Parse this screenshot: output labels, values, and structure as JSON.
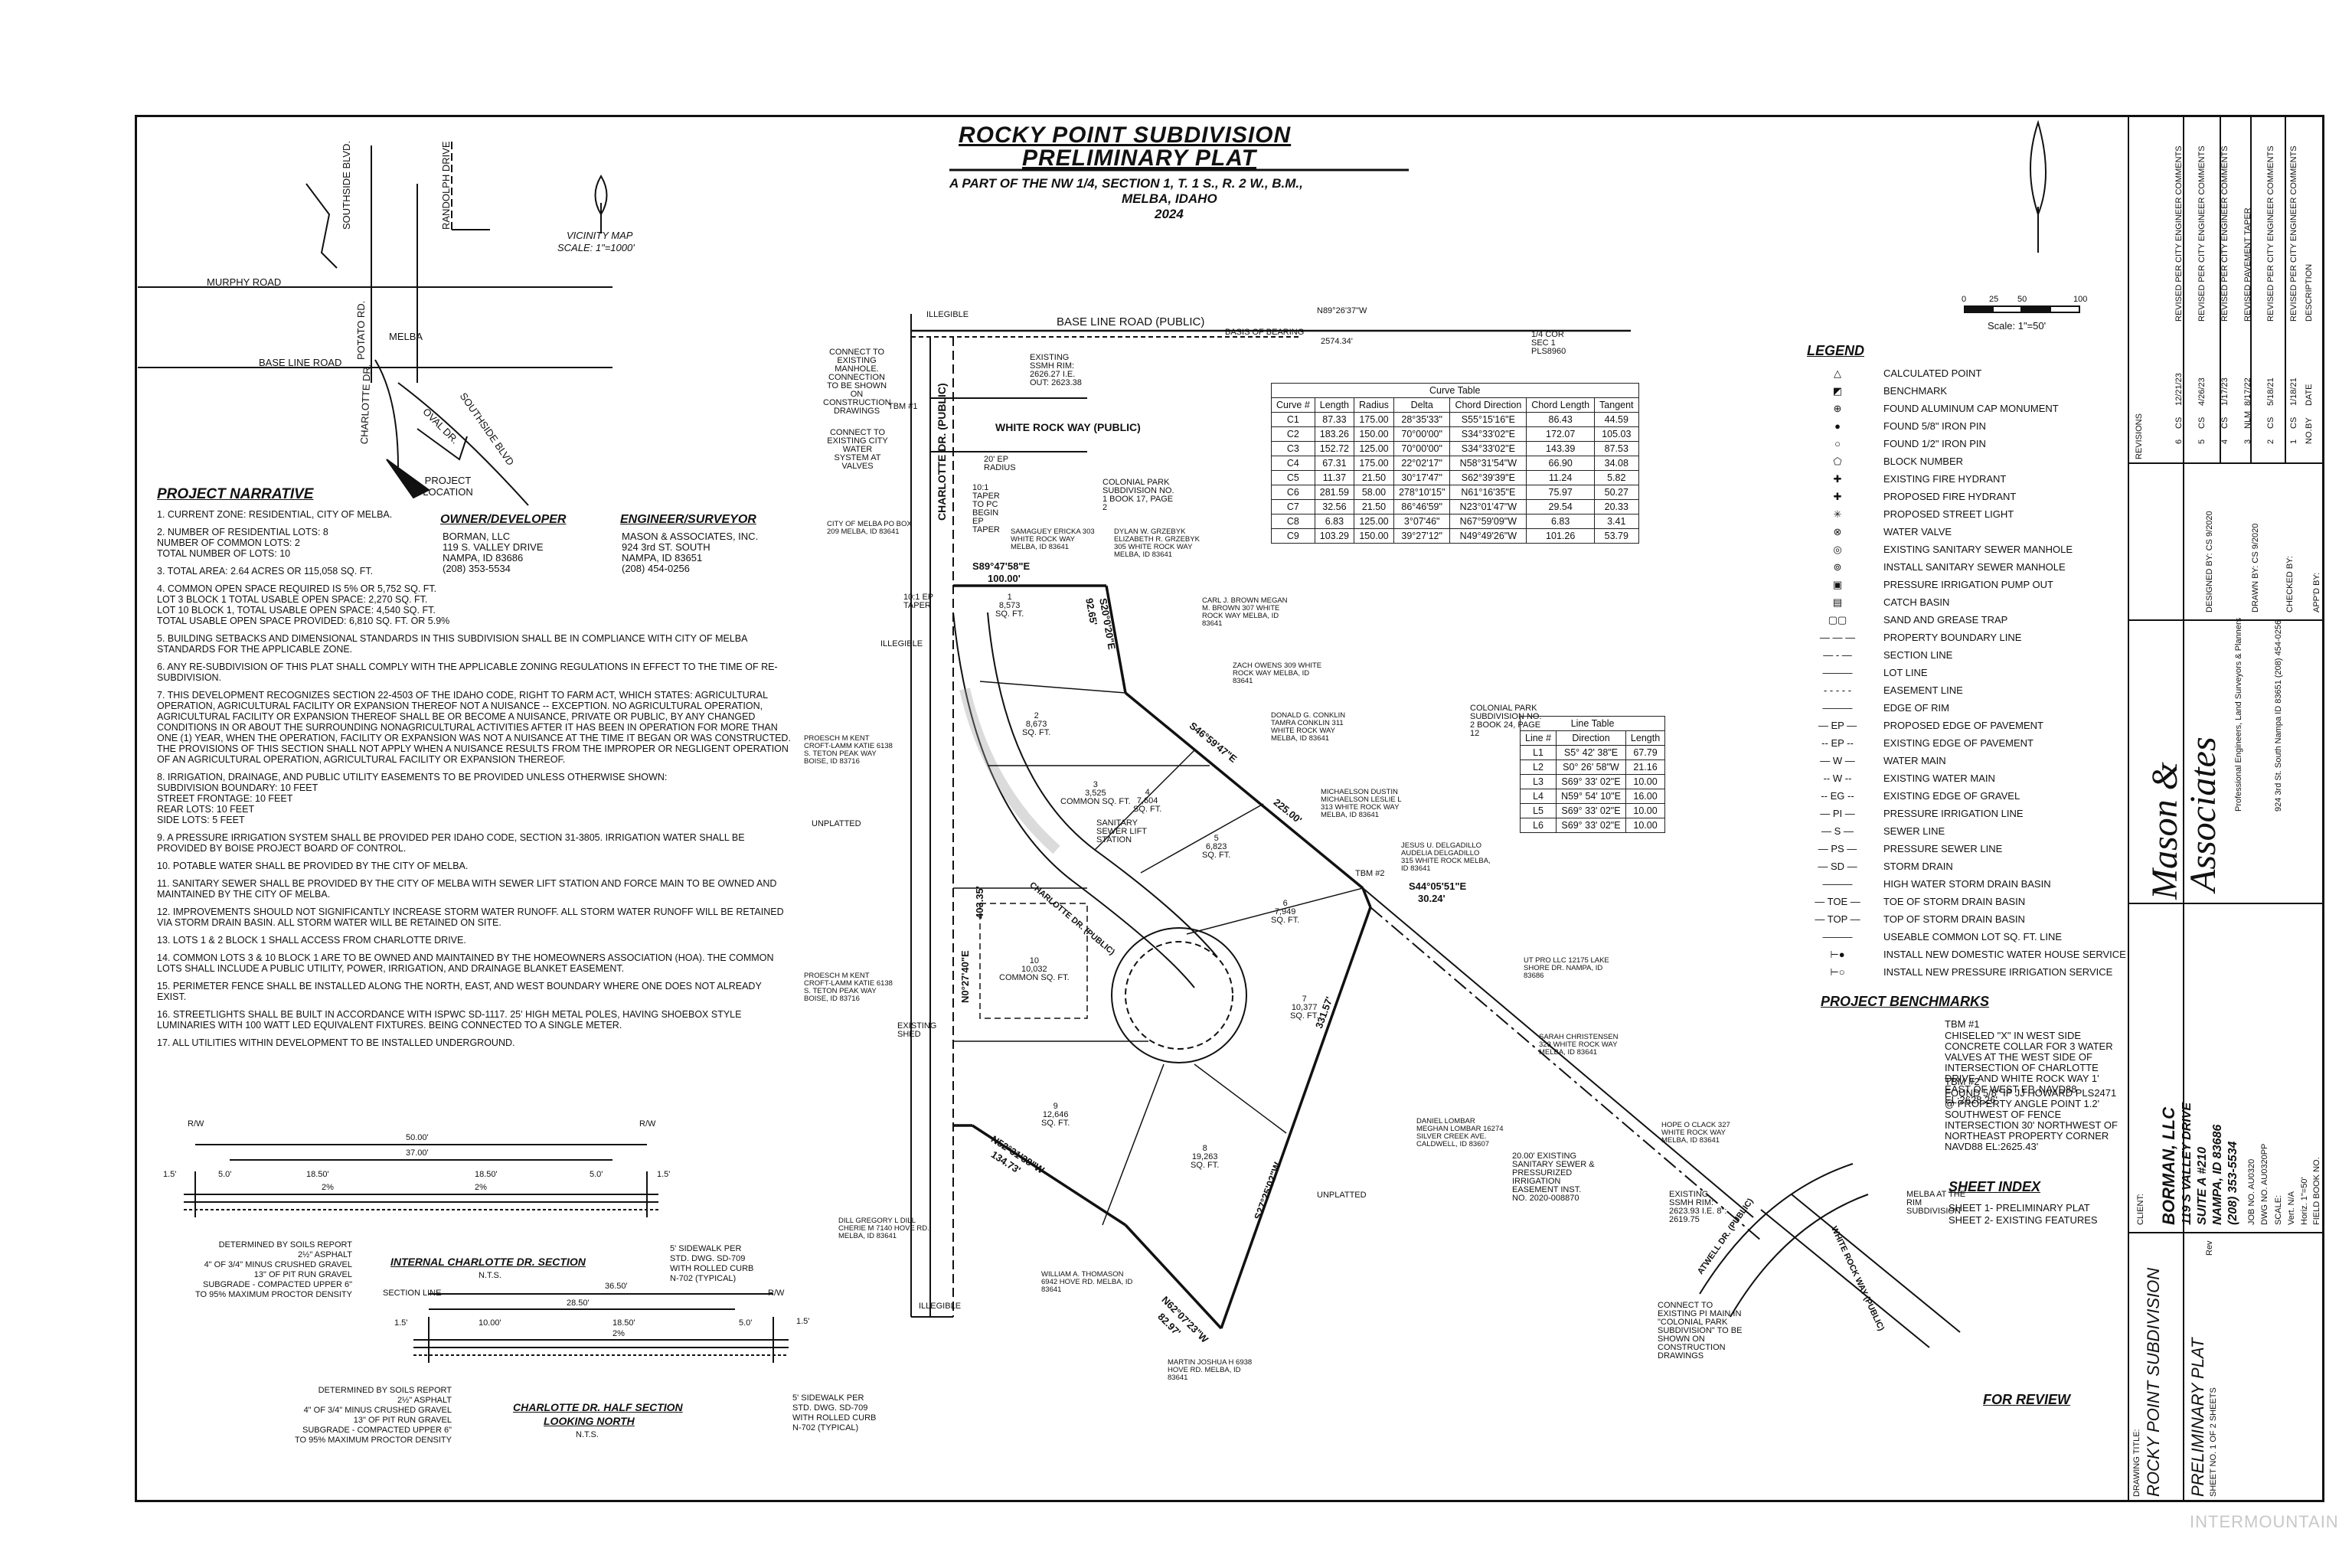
{
  "title": {
    "main": "ROCKY POINT SUBDIVISION",
    "sub": "PRELIMINARY PLAT",
    "line1": "A PART OF THE NW 1/4, SECTION 1, T. 1 S., R. 2 W., B.M.,",
    "line2": "MELBA, IDAHO",
    "year": "2024"
  },
  "vicinity": {
    "label": "VICINITY MAP",
    "scale": "SCALE: 1\"=1000'",
    "roads": [
      "MURPHY ROAD",
      "BASE LINE ROAD",
      "SOUTHSIDE BLVD.",
      "RANDOLPH DRIVE",
      "POTATO RD.",
      "MELBA",
      "CHARLOTTE DR.",
      "OVAL DR.",
      "SOUTHSIDE BLVD"
    ],
    "project": "PROJECT LOCATION"
  },
  "narrative": {
    "heading": "PROJECT NARRATIVE",
    "items": [
      "1.  CURRENT ZONE: RESIDENTIAL, CITY OF MELBA.",
      "2.  NUMBER OF RESIDENTIAL LOTS: 8\nNUMBER OF COMMON LOTS: 2\nTOTAL NUMBER OF LOTS: 10",
      "3.  TOTAL AREA: 2.64 ACRES OR 115,058 SQ. FT.",
      "4.  COMMON OPEN SPACE REQUIRED IS 5% OR 5,752 SQ. FT.\nLOT 3 BLOCK 1 TOTAL USABLE OPEN SPACE: 2,270 SQ. FT.\nLOT 10 BLOCK 1, TOTAL USABLE OPEN SPACE: 4,540 SQ. FT.\nTOTAL USABLE OPEN SPACE PROVIDED: 6,810 SQ. FT. OR 5.9%",
      "5.  BUILDING SETBACKS AND DIMENSIONAL STANDARDS IN THIS SUBDIVISION SHALL BE IN COMPLIANCE WITH CITY OF MELBA STANDARDS FOR THE APPLICABLE ZONE.",
      "6.  ANY RE-SUBDIVISION OF THIS PLAT SHALL COMPLY WITH THE APPLICABLE ZONING REGULATIONS IN EFFECT TO THE TIME OF RE-SUBDIVISION.",
      "7.  THIS DEVELOPMENT RECOGNIZES SECTION 22-4503 OF THE IDAHO CODE, RIGHT TO FARM ACT, WHICH STATES: AGRICULTURAL OPERATION, AGRICULTURAL FACILITY OR EXPANSION THEREOF NOT A NUISANCE -- EXCEPTION. NO AGRICULTURAL OPERATION, AGRICULTURAL FACILITY OR EXPANSION THEREOF SHALL BE OR BECOME A NUISANCE, PRIVATE OR PUBLIC, BY ANY CHANGED CONDITIONS IN OR ABOUT THE SURROUNDING NONAGRICULTURAL ACTIVITIES AFTER IT HAS BEEN IN OPERATION FOR MORE THAN ONE (1) YEAR, WHEN THE OPERATION, FACILITY OR EXPANSION WAS NOT A NUISANCE AT THE TIME IT BEGAN OR WAS CONSTRUCTED. THE PROVISIONS OF THIS SECTION SHALL NOT APPLY WHEN A NUISANCE RESULTS FROM THE IMPROPER OR NEGLIGENT OPERATION OF AN AGRICULTURAL OPERATION, AGRICULTURAL FACILITY OR EXPANSION THEREOF.",
      "8.  IRRIGATION, DRAINAGE, AND PUBLIC UTILITY EASEMENTS TO BE PROVIDED UNLESS OTHERWISE SHOWN:\nSUBDIVISION BOUNDARY: 10 FEET\nSTREET FRONTAGE: 10 FEET\nREAR LOTS: 10 FEET\nSIDE LOTS: 5 FEET",
      "9.  A PRESSURE IRRIGATION SYSTEM SHALL BE PROVIDED PER IDAHO CODE, SECTION 31-3805. IRRIGATION WATER SHALL BE PROVIDED BY BOISE PROJECT BOARD OF CONTROL.",
      "10. POTABLE WATER SHALL BE PROVIDED BY THE CITY OF MELBA.",
      "11. SANITARY SEWER SHALL BE PROVIDED BY THE CITY OF MELBA WITH SEWER LIFT STATION AND FORCE MAIN TO BE OWNED AND MAINTAINED BY THE CITY OF MELBA.",
      "12. IMPROVEMENTS SHOULD NOT SIGNIFICANTLY INCREASE STORM WATER RUNOFF. ALL STORM WATER RUNOFF WILL BE RETAINED VIA STORM DRAIN BASIN. ALL STORM WATER WILL BE RETAINED ON SITE.",
      "13. LOTS 1 & 2 BLOCK 1 SHALL ACCESS FROM CHARLOTTE DRIVE.",
      "14. COMMON LOTS 3 & 10 BLOCK 1 ARE TO BE OWNED AND MAINTAINED BY THE HOMEOWNERS ASSOCIATION (HOA). THE COMMON LOTS SHALL INCLUDE A PUBLIC UTILITY, POWER, IRRIGATION, AND DRAINAGE BLANKET EASEMENT.",
      "15. PERIMETER FENCE SHALL BE INSTALLED ALONG THE NORTH, EAST, AND WEST BOUNDARY WHERE ONE DOES NOT ALREADY EXIST.",
      "16. STREETLIGHTS SHALL BE BUILT IN ACCORDANCE WITH ISPWC SD-1117. 25' HIGH METAL POLES, HAVING SHOEBOX STYLE LUMINARIES WITH 100 WATT LED EQUIVALENT FIXTURES. BEING CONNECTED TO A SINGLE METER.",
      "17. ALL UTILITIES WITHIN DEVELOPMENT TO BE INSTALLED UNDERGROUND."
    ]
  },
  "owner": {
    "heading": "OWNER/DEVELOPER",
    "lines": [
      "BORMAN, LLC",
      "119 S. VALLEY DRIVE",
      "NAMPA, ID 83686",
      "(208) 353-5534"
    ]
  },
  "engineer": {
    "heading": "ENGINEER/SURVEYOR",
    "lines": [
      "MASON & ASSOCIATES, INC.",
      "924 3rd ST. SOUTH",
      "NAMPA, ID 83651",
      "(208) 454-0256"
    ]
  },
  "curve_table": {
    "title": "Curve Table",
    "headers": [
      "Curve #",
      "Length",
      "Radius",
      "Delta",
      "Chord Direction",
      "Chord Length",
      "Tangent"
    ],
    "rows": [
      [
        "C1",
        "87.33",
        "175.00",
        "28°35'33\"",
        "S55°15'16\"E",
        "86.43",
        "44.59"
      ],
      [
        "C2",
        "183.26",
        "150.00",
        "70°00'00\"",
        "S34°33'02\"E",
        "172.07",
        "105.03"
      ],
      [
        "C3",
        "152.72",
        "125.00",
        "70°00'00\"",
        "S34°33'02\"E",
        "143.39",
        "87.53"
      ],
      [
        "C4",
        "67.31",
        "175.00",
        "22°02'17\"",
        "N58°31'54\"W",
        "66.90",
        "34.08"
      ],
      [
        "C5",
        "11.37",
        "21.50",
        "30°17'47\"",
        "S62°39'39\"E",
        "11.24",
        "5.82"
      ],
      [
        "C6",
        "281.59",
        "58.00",
        "278°10'15\"",
        "N61°16'35\"E",
        "75.97",
        "50.27"
      ],
      [
        "C7",
        "32.56",
        "21.50",
        "86°46'59\"",
        "N23°01'47\"W",
        "29.54",
        "20.33"
      ],
      [
        "C8",
        "6.83",
        "125.00",
        "3°07'46\"",
        "N67°59'09\"W",
        "6.83",
        "3.41"
      ],
      [
        "C9",
        "103.29",
        "150.00",
        "39°27'12\"",
        "N49°49'26\"W",
        "101.26",
        "53.79"
      ]
    ]
  },
  "line_table": {
    "title": "Line Table",
    "headers": [
      "Line #",
      "Direction",
      "Length"
    ],
    "rows": [
      [
        "L1",
        "S5° 42' 38\"E",
        "67.79"
      ],
      [
        "L2",
        "S0° 26' 58\"W",
        "21.16"
      ],
      [
        "L3",
        "S69° 33' 02\"E",
        "10.00"
      ],
      [
        "L4",
        "N59° 54' 10\"E",
        "16.00"
      ],
      [
        "L5",
        "S69° 33' 02\"E",
        "10.00"
      ],
      [
        "L6",
        "S69° 33' 02\"E",
        "10.00"
      ]
    ]
  },
  "legend": {
    "heading": "LEGEND",
    "items": [
      {
        "sym": "△",
        "label": "CALCULATED POINT"
      },
      {
        "sym": "◩",
        "label": "BENCHMARK"
      },
      {
        "sym": "⊕",
        "label": "FOUND ALUMINUM CAP MONUMENT"
      },
      {
        "sym": "●",
        "label": "FOUND 5/8\" IRON PIN"
      },
      {
        "sym": "○",
        "label": "FOUND 1/2\" IRON PIN"
      },
      {
        "sym": "⬠",
        "label": "BLOCK NUMBER"
      },
      {
        "sym": "✚",
        "label": "EXISTING FIRE HYDRANT"
      },
      {
        "sym": "✚",
        "label": "PROPOSED FIRE HYDRANT"
      },
      {
        "sym": "✳",
        "label": "PROPOSED STREET LIGHT"
      },
      {
        "sym": "⊗",
        "label": "WATER VALVE"
      },
      {
        "sym": "◎",
        "label": "EXISTING SANITARY SEWER MANHOLE"
      },
      {
        "sym": "⊚",
        "label": "INSTALL SANITARY SEWER MANHOLE"
      },
      {
        "sym": "▣",
        "label": "PRESSURE IRRIGATION PUMP OUT"
      },
      {
        "sym": "▤",
        "label": "CATCH BASIN"
      },
      {
        "sym": "▢▢",
        "label": "SAND AND GREASE TRAP"
      },
      {
        "sym": "— — —",
        "label": "PROPERTY BOUNDARY LINE"
      },
      {
        "sym": "— - —",
        "label": "SECTION LINE"
      },
      {
        "sym": "———",
        "label": "LOT LINE"
      },
      {
        "sym": "- - - - -",
        "label": "EASEMENT LINE"
      },
      {
        "sym": "———",
        "label": "EDGE OF RIM"
      },
      {
        "sym": "— EP —",
        "label": "PROPOSED EDGE OF PAVEMENT"
      },
      {
        "sym": "-- EP --",
        "label": "EXISTING EDGE OF PAVEMENT"
      },
      {
        "sym": "— W —",
        "label": "WATER MAIN"
      },
      {
        "sym": "-- W --",
        "label": "EXISTING WATER MAIN"
      },
      {
        "sym": "-- EG --",
        "label": "EXISTING EDGE OF GRAVEL"
      },
      {
        "sym": "— PI —",
        "label": "PRESSURE IRRIGATION LINE"
      },
      {
        "sym": "— S —",
        "label": "SEWER LINE"
      },
      {
        "sym": "— PS —",
        "label": "PRESSURE SEWER LINE"
      },
      {
        "sym": "— SD —",
        "label": "STORM DRAIN"
      },
      {
        "sym": "———",
        "label": "HIGH WATER STORM DRAIN BASIN"
      },
      {
        "sym": "— TOE —",
        "label": "TOE OF STORM DRAIN BASIN"
      },
      {
        "sym": "— TOP —",
        "label": "TOP OF STORM DRAIN BASIN"
      },
      {
        "sym": "———",
        "label": "USEABLE COMMON LOT SQ. FT. LINE"
      },
      {
        "sym": "⊢●",
        "label": "INSTALL NEW DOMESTIC WATER HOUSE SERVICE"
      },
      {
        "sym": "⊢○",
        "label": "INSTALL NEW PRESSURE IRRIGATION SERVICE"
      }
    ]
  },
  "benchmarks": {
    "heading": "PROJECT BENCHMARKS",
    "tbm1_title": "TBM #1",
    "tbm1": "CHISELED \"X\" IN WEST SIDE CONCRETE COLLAR FOR 3 WATER VALVES AT THE WEST SIDE OF INTERSECTION OF CHARLOTTE DRIVE AND WHITE ROCK WAY 1' EAST OF WEST EP. NAVD88 EL:2628.26'",
    "tbm2_title": "TBM #2",
    "tbm2": "FOUND 5/8\" IP JJ HOWARD PLS2471 @ PROPERTY ANGLE POINT 1.2' SOUTHWEST OF FENCE INTERSECTION 30' NORTHWEST OF NORTHEAST PROPERTY CORNER NAVD88 EL:2625.43'"
  },
  "sheet_index": {
    "heading": "SHEET INDEX",
    "items": [
      "SHEET 1- PRELIMINARY PLAT",
      "SHEET 2- EXISTING FEATURES"
    ]
  },
  "for_review": "FOR REVIEW",
  "scale_bar": {
    "ticks": [
      "0",
      "25",
      "50",
      "100"
    ],
    "label": "Scale: 1\"=50'"
  },
  "sections": {
    "internal": {
      "title": "INTERNAL CHARLOTTE DR. SECTION",
      "nts": "N.T.S.",
      "dims": [
        "R/W",
        "R/W",
        "50.00'",
        "37.00'",
        "1.5'",
        "5.0'",
        "18.50'",
        "18.50'",
        "5.0'",
        "1.5'",
        "2%",
        "2%"
      ],
      "notes": [
        "DETERMINED BY SOILS REPORT",
        "2½\" ASPHALT",
        "4\" OF 3/4\" MINUS CRUSHED GRAVEL",
        "13\" OF PIT RUN GRAVEL",
        "SUBGRADE - COMPACTED UPPER 6\"",
        "TO 95% MAXIMUM PROCTOR DENSITY"
      ],
      "sidewalk": [
        "5' SIDEWALK PER",
        "STD. DWG. SD-709",
        "WITH ROLLED CURB",
        "N-702 (TYPICAL)"
      ]
    },
    "half": {
      "title": "CHARLOTTE DR. HALF SECTION",
      "title2": "LOOKING NORTH",
      "nts": "N.T.S.",
      "dims": [
        "SECTION LINE",
        "R/W",
        "36.50'",
        "28.50'",
        "1.5'",
        "10.00'",
        "18.50'",
        "5.0'",
        "1.5'",
        "2%"
      ],
      "notes": [
        "DETERMINED BY SOILS REPORT",
        "2½\" ASPHALT",
        "4\" OF 3/4\" MINUS CRUSHED GRAVEL",
        "13\" OF PIT RUN GRAVEL",
        "SUBGRADE - COMPACTED UPPER 6\"",
        "TO 95% MAXIMUM PROCTOR DENSITY"
      ],
      "sidewalk": [
        "5' SIDEWALK PER",
        "STD. DWG. SD-709",
        "WITH ROLLED CURB",
        "N-702 (TYPICAL)"
      ]
    }
  },
  "plat": {
    "roads": {
      "base_line": "BASE LINE ROAD (PUBLIC)",
      "white_rock": "WHITE ROCK WAY (PUBLIC)",
      "charlotte": "CHARLOTTE DR. (PUBLIC)",
      "charlotte_inner": "CHARLOTTE DR. (PUBLIC)",
      "atwell": "ATWELL DR. (PUBLIC)",
      "white_rock_se": "WHITE ROCK WAY (PUBLIC)"
    },
    "bearings": {
      "n89": "N89°26'37\"W",
      "d2574": "2574.34'",
      "basis": "BASIS OF BEARING",
      "s89": "S89°47'58\"E",
      "d100": "100.00'",
      "s46": "S46°59'47\"E",
      "d225": "225.00'",
      "s44": "S44°05'51\"E",
      "d30": "30.24'",
      "s27": "S27°25'02\"W",
      "d331": "331.57'",
      "n62": "N62°07'23\"W",
      "d82": "82.97'",
      "n52": "N52°31'38\"W",
      "d134": "134.73'",
      "n27": "N0°27'40\"E",
      "d403": "403.35'",
      "s20": "S20°0'20\"E",
      "d92": "92.65'"
    },
    "labels": {
      "illegible1": "ILLEGIBLE",
      "illegible2": "ILLEGIBLE",
      "illegible3": "ILLEGIBLE",
      "quarter_cor": "1/4 COR",
      "sec1": "SEC 1",
      "pls": "PLS8960",
      "unplatted1": "UNPLATTED",
      "unplatted2": "UNPLATTED",
      "existing_shed": "EXISTING SHED",
      "lift_station": "SANITARY SEWER LIFT STATION",
      "tbm1": "TBM #1",
      "tbm2": "TBM #2",
      "existing_ssmh1": "EXISTING SSMH RIM: 2626.27 I.E. OUT: 2623.38",
      "existing_ssmh2": "EXISTING SSMH RIM: 2623.93 I.E. 8\": 2619.75",
      "connect_manhole": "CONNECT TO EXISTING MANHOLE. CONNECTION TO BE SHOWN ON CONSTRUCTION DRAWINGS",
      "connect_water": "CONNECT TO EXISTING CITY WATER SYSTEM AT VALVES",
      "connect_pi": "CONNECT TO EXISTING PI MAIN IN \"COLONIAL PARK SUBDIVISION\" TO BE SHOWN ON CONSTRUCTION DRAWINGS",
      "melba_rim": "MELBA AT THE RIM SUBDIVISION",
      "easement": "20.00' EXISTING SANITARY SEWER & PRESSURIZED IRRIGATION EASEMENT INST. NO. 2020-008870",
      "ep_radius": "20' EP RADIUS",
      "taper": "10:1 TAPER TO PC",
      "begin_ep": "BEGIN EP TAPER",
      "ep_taper": "10:1 EP TAPER",
      "colonial1": "COLONIAL PARK SUBDIVISION NO. 1 BOOK 17, PAGE 2",
      "colonial2": "COLONIAL PARK SUBDIVISION NO. 2 BOOK 24, PAGE 12"
    },
    "lots": [
      {
        "n": "1",
        "sqft": "8,573",
        "unit": "SQ. FT."
      },
      {
        "n": "2",
        "sqft": "8,673",
        "unit": "SQ. FT."
      },
      {
        "n": "3",
        "sqft": "3,525",
        "unit": "COMMON SQ. FT."
      },
      {
        "n": "4",
        "sqft": "7,604",
        "unit": "SQ. FT."
      },
      {
        "n": "5",
        "sqft": "6,823",
        "unit": "SQ. FT."
      },
      {
        "n": "6",
        "sqft": "7,949",
        "unit": "SQ. FT."
      },
      {
        "n": "7",
        "sqft": "10,377",
        "unit": "SQ. FT."
      },
      {
        "n": "8",
        "sqft": "19,263",
        "unit": "SQ. FT."
      },
      {
        "n": "9",
        "sqft": "12,646",
        "unit": "SQ. FT."
      },
      {
        "n": "10",
        "sqft": "10,032",
        "unit": "COMMON SQ. FT."
      }
    ],
    "neighbors": [
      "CITY OF MELBA PO BOX 209 MELBA, ID 83641",
      "SAMAGUEY ERICKA 303 WHITE ROCK WAY MELBA, ID 83641",
      "DYLAN W. GRZEBYK ELIZABETH R. GRZEBYK 305 WHITE ROCK WAY MELBA, ID 83641",
      "CARL J. BROWN MEGAN M. BROWN 307 WHITE ROCK WAY MELBA, ID 83641",
      "ZACH OWENS 309 WHITE ROCK WAY MELBA, ID 83641",
      "DONALD G. CONKLIN TAMRA CONKLIN 311 WHITE ROCK WAY MELBA, ID 83641",
      "MICHAELSON DUSTIN MICHAELSON LESLIE L 313 WHITE ROCK WAY MELBA, ID 83641",
      "JESUS U. DELGADILLO AUDELIA DELGADILLO 315 WHITE ROCK MELBA, ID 83641",
      "UT PRO LLC 12175 LAKE SHORE DR. NAMPA, ID 83686",
      "SARAH CHRISTENSEN 323 WHITE ROCK WAY MELBA, ID 83641",
      "HOPE O CLACK 327 WHITE ROCK WAY MELBA, ID 83641",
      "DANIEL LOMBAR MEGHAN LOMBAR 16274 SILVER CREEK AVE. CALDWELL, ID 83607",
      "MARTIN JOSHUA H 6938 HOVE RD. MELBA, ID 83641",
      "WILLIAM A. THOMASON 6942 HOVE RD. MELBA, ID 83641",
      "DILL GREGORY L DILL CHERIE M 7140 HOVE RD. MELBA, ID 83641",
      "PROESCH M KENT CROFT-LAMM KATIE 6138 S. TETON PEAK WAY BOISE, ID 83716",
      "PROESCH M KENT CROFT-LAMM KATIE 6138 S. TETON PEAK WAY BOISE, ID 83716"
    ]
  },
  "title_block": {
    "revisions": [
      {
        "no": "1",
        "by": "CS",
        "date": "1/18/21",
        "desc": "REVISED PER CITY ENGINEER COMMENTS"
      },
      {
        "no": "2",
        "by": "CS",
        "date": "5/18/21",
        "desc": "REVISED PER CITY ENGINEER COMMENTS"
      },
      {
        "no": "3",
        "by": "NLM",
        "date": "8/17/22",
        "desc": "REVISED PAVEMENT TAPER"
      },
      {
        "no": "4",
        "by": "CS",
        "date": "1/17/23",
        "desc": "REVISED PER CITY ENGINEER COMMENTS"
      },
      {
        "no": "5",
        "by": "CS",
        "date": "4/26/23",
        "desc": "REVISED PER CITY ENGINEER COMMENTS"
      },
      {
        "no": "6",
        "by": "CS",
        "date": "12/21/23",
        "desc": "REVISED PER CITY ENGINEER COMMENTS"
      }
    ],
    "rev_headers": [
      "NO.",
      "BY",
      "DATE",
      "DESCRIPTION"
    ],
    "revisions_label": "REVISIONS",
    "designed": "DESIGNED BY:  CS  9/2020",
    "drawn": "DRAWN BY:  CS  9/2020",
    "checked": "CHECKED BY:",
    "approved": "APP'D BY:",
    "firm1": "Mason &",
    "firm2": "Associates",
    "firm_tag": "Professional Engineers, Land Surveyors & Planners",
    "firm_addr": "924 3rd St. South Nampa ID 83651  (208) 454-0256",
    "client_label": "CLIENT:",
    "client": [
      "BORMAN, LLC",
      "119 S VALLEY DRIVE",
      "SUITE A #210",
      "NAMPA, ID 83686",
      "(208) 353-5534"
    ],
    "job_no": "JOB NO.   AU0320",
    "dwg_no": "DWG NO.   AU0320PP",
    "scale": "SCALE:",
    "vert": "Vert.  N/A",
    "horiz": "Horiz.  1\"=50'",
    "field_book": "FIELD BOOK NO.",
    "drawing_title_label": "DRAWING TITLE:",
    "drawing_title": "ROCKY POINT SUBDIVISION",
    "drawing_sub": "PRELIMINARY PLAT",
    "rev": "Rev",
    "sheet": "SHEET NO.  1  OF  2  SHEETS"
  },
  "watermark": "INTERMOUNTAIN"
}
